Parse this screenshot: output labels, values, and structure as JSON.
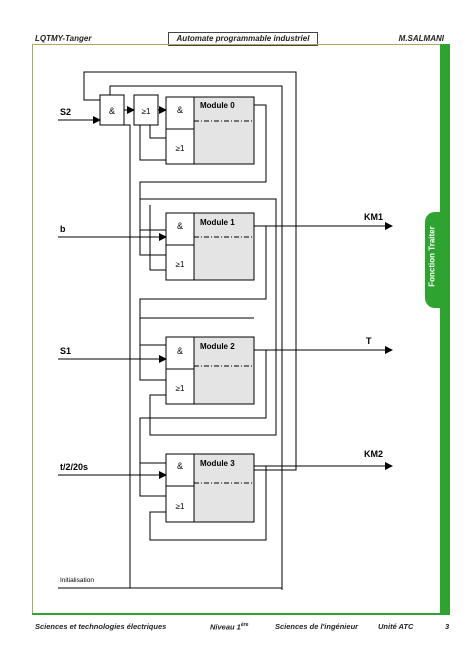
{
  "header": {
    "left": "LQTMY-Tanger",
    "title": "Automate programmable industriel",
    "right": "M.SALMANI"
  },
  "sidebar_tab": "Fonction Traiter",
  "diagram": {
    "inputs": [
      "S2",
      "b",
      "S1",
      "t/2/20s",
      "Initialisation"
    ],
    "outputs": [
      "KM1",
      "T",
      "KM2"
    ],
    "gate_and": "&",
    "gate_or": "≥1",
    "modules": [
      {
        "name": "Module 0",
        "and": "&",
        "or": "≥1"
      },
      {
        "name": "Module 1",
        "and": "&",
        "or": "≥1"
      },
      {
        "name": "Module 2",
        "and": "&",
        "or": "≥1"
      },
      {
        "name": "Module 3",
        "and": "&",
        "or": "≥1"
      }
    ]
  },
  "footer": {
    "left": "Sciences et technologies électriques",
    "level": "Niveau 1",
    "level_sup": "ère",
    "subject": "Sciences de l'ingénieur",
    "unit": "Unité ATC",
    "page": "3"
  }
}
